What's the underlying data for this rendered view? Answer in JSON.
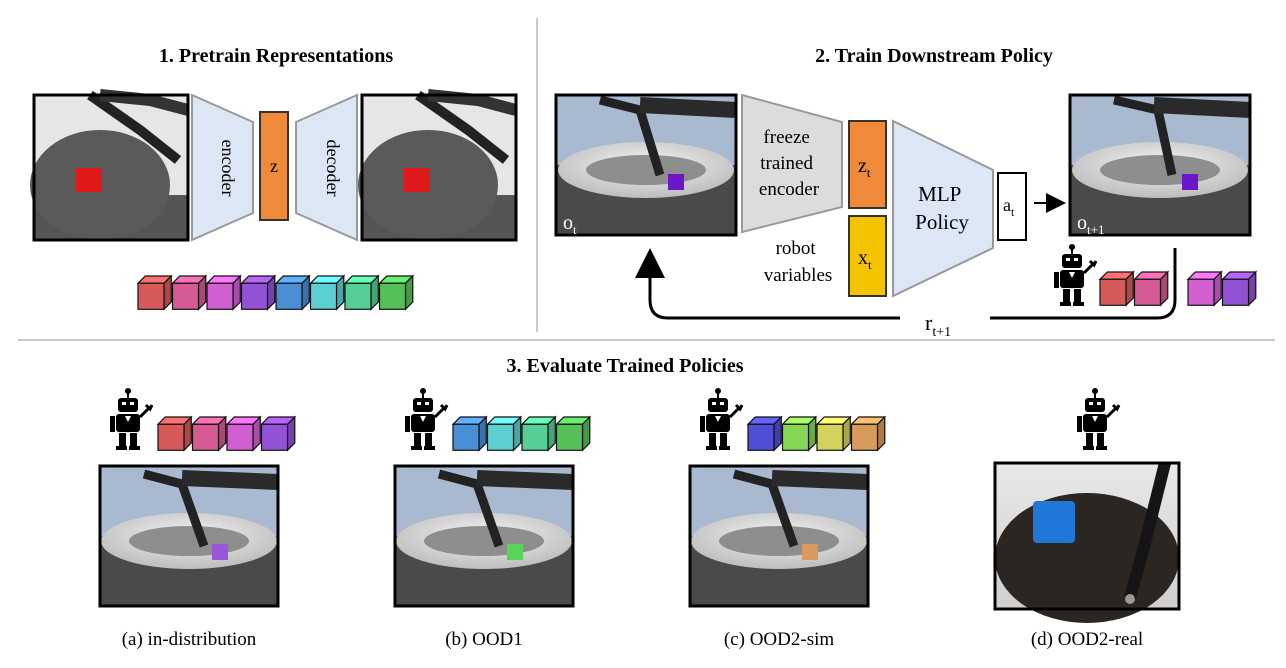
{
  "sections": {
    "pretrain": {
      "title": "1. Pretrain Representations",
      "encoder_label": "encoder",
      "latent_label": "z",
      "decoder_label": "decoder",
      "cube_colors": [
        "#d65a5a",
        "#d65a93",
        "#d25fd2",
        "#9351d6",
        "#4a8fd6",
        "#5ccfd2",
        "#55cf95",
        "#55c05a"
      ]
    },
    "train": {
      "title": "2. Train Downstream Policy",
      "obs_label": "o",
      "obs_sub": "t",
      "freeze_lines": [
        "freeze",
        "trained",
        "encoder"
      ],
      "zt_label": "z",
      "zt_sub": "t",
      "xt_label": "x",
      "xt_sub": "t",
      "robot_vars_lines": [
        "robot",
        "variables"
      ],
      "policy_lines": [
        "MLP",
        "Policy"
      ],
      "action_label": "a",
      "action_sub": "t",
      "next_obs_label": "o",
      "next_obs_sub": "t+1",
      "reward_label": "r",
      "reward_sub": "t+1",
      "cube_colors_a": [
        "#d65a5a",
        "#d65a93"
      ],
      "cube_colors_b": [
        "#d25fd2",
        "#9351d6"
      ]
    },
    "evaluate": {
      "title": "3. Evaluate Trained Policies",
      "panels": [
        {
          "caption": "(a) in-distribution",
          "cube_colors": [
            "#d65a5a",
            "#d65a93",
            "#d25fd2",
            "#9351d6"
          ],
          "target_cube": "#9a55d8"
        },
        {
          "caption": "(b) OOD1",
          "cube_colors": [
            "#4a8fd6",
            "#5ccfd2",
            "#55cf95",
            "#55c05a"
          ],
          "target_cube": "#5bd35b"
        },
        {
          "caption": "(c) OOD2-sim",
          "cube_colors": [
            "#4f4fd6",
            "#86d655",
            "#d2d25c",
            "#d69a5a"
          ],
          "target_cube": "#d89a5e"
        },
        {
          "caption": "(d) OOD2-real",
          "cube_colors": [],
          "target_cube": "#1f78d8"
        }
      ]
    }
  }
}
